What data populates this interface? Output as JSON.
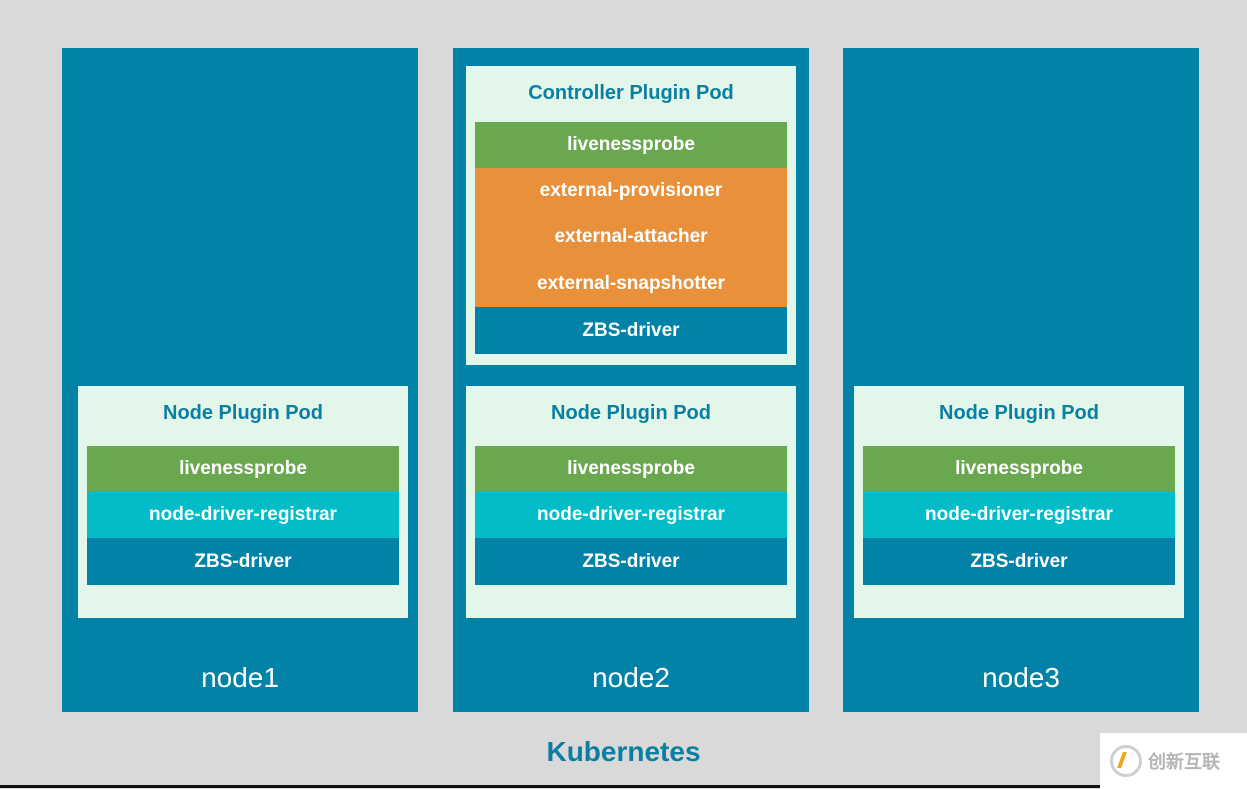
{
  "nodes": [
    {
      "label": "node1",
      "node_pod": {
        "title": "Node Plugin Pod",
        "containers": [
          "livenessprobe",
          "node-driver-registrar",
          "ZBS-driver"
        ]
      }
    },
    {
      "label": "node2",
      "controller_pod": {
        "title": "Controller Plugin Pod",
        "livenessprobe": "livenessprobe",
        "external": [
          "external-provisioner",
          "external-attacher",
          "external-snapshotter"
        ],
        "driver": "ZBS-driver"
      },
      "node_pod": {
        "title": "Node Plugin Pod",
        "containers": [
          "livenessprobe",
          "node-driver-registrar",
          "ZBS-driver"
        ]
      }
    },
    {
      "label": "node3",
      "node_pod": {
        "title": "Node Plugin Pod",
        "containers": [
          "livenessprobe",
          "node-driver-registrar",
          "ZBS-driver"
        ]
      }
    }
  ],
  "cluster_label": "Kubernetes",
  "watermark": {
    "text": "创新互联",
    "icon": "logo-ring-icon"
  },
  "colors": {
    "background": "#d9d9d9",
    "node": "#0382a8",
    "pod": "#e2f7ea",
    "title": "#0b7fa1",
    "livenessprobe": "#6aa84f",
    "registrar": "#03bcc7",
    "external": "#e8913a",
    "driver": "#0382a8"
  }
}
